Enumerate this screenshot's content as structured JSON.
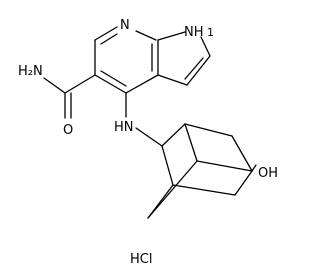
{
  "molecule": {
    "labels": {
      "pyridine_n": "N",
      "pyrrole_nh": "NH",
      "pyrrole_h": "1",
      "amide_nh2": "H₂N",
      "amide_o": "O",
      "amine_nh": "HN",
      "hydroxyl": "OH",
      "salt": "HCl"
    }
  }
}
